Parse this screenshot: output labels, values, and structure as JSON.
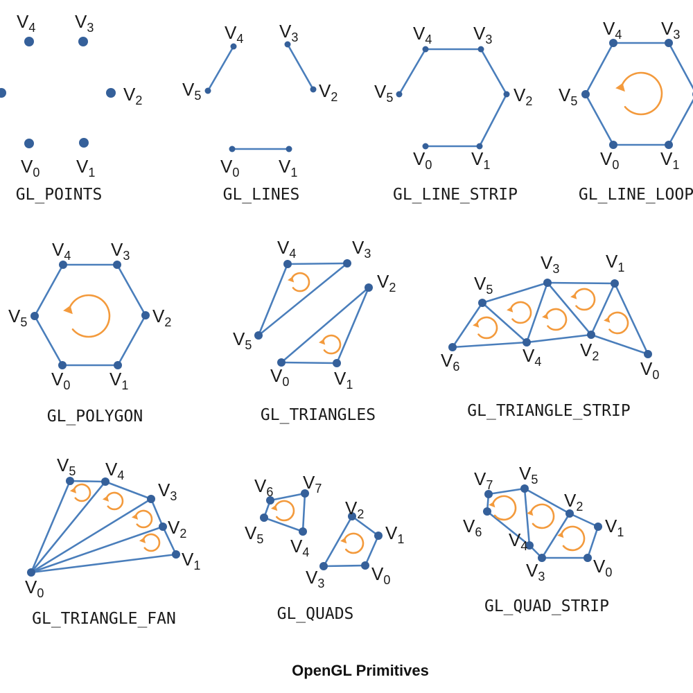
{
  "title": "OpenGL Primitives",
  "vertex_letter": "V",
  "colors": {
    "edge": "#4a7ebb",
    "vertex": "#35609a",
    "winding_arrow": "#f39a3c",
    "text": "#1a1a1a"
  },
  "panels": [
    {
      "id": "points",
      "caption": "GL_POINTS"
    },
    {
      "id": "lines",
      "caption": "GL_LINES"
    },
    {
      "id": "line-strip",
      "caption": "GL_LINE_STRIP"
    },
    {
      "id": "line-loop",
      "caption": "GL_LINE_LOOP"
    },
    {
      "id": "polygon",
      "caption": "GL_POLYGON"
    },
    {
      "id": "triangles",
      "caption": "GL_TRIANGLES"
    },
    {
      "id": "triangle-strip",
      "caption": "GL_TRIANGLE_STRIP"
    },
    {
      "id": "triangle-fan",
      "caption": "GL_TRIANGLE_FAN"
    },
    {
      "id": "quads",
      "caption": "GL_QUADS"
    },
    {
      "id": "quad-strip",
      "caption": "GL_QUAD_STRIP"
    }
  ]
}
